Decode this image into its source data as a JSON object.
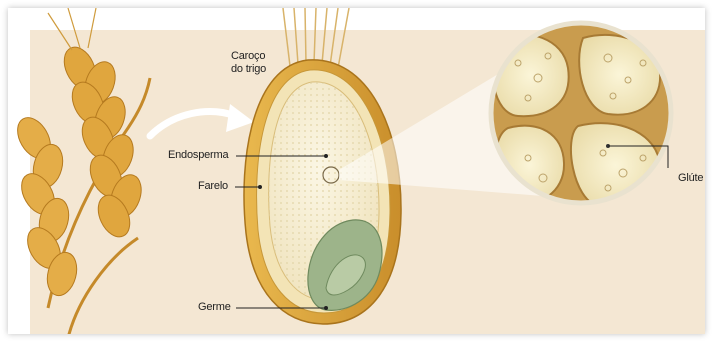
{
  "labels": {
    "kernel": "Caroço\ndo trigo",
    "endosperm": "Endosperma",
    "bran": "Farelo",
    "germ": "Germe",
    "gluten": "Glúte"
  },
  "colors": {
    "background": "#f4e7d3",
    "wheat": "#d9a441",
    "endosperm": "#f6efd6",
    "bran": "#d8a23a",
    "germ": "#9db48a"
  }
}
